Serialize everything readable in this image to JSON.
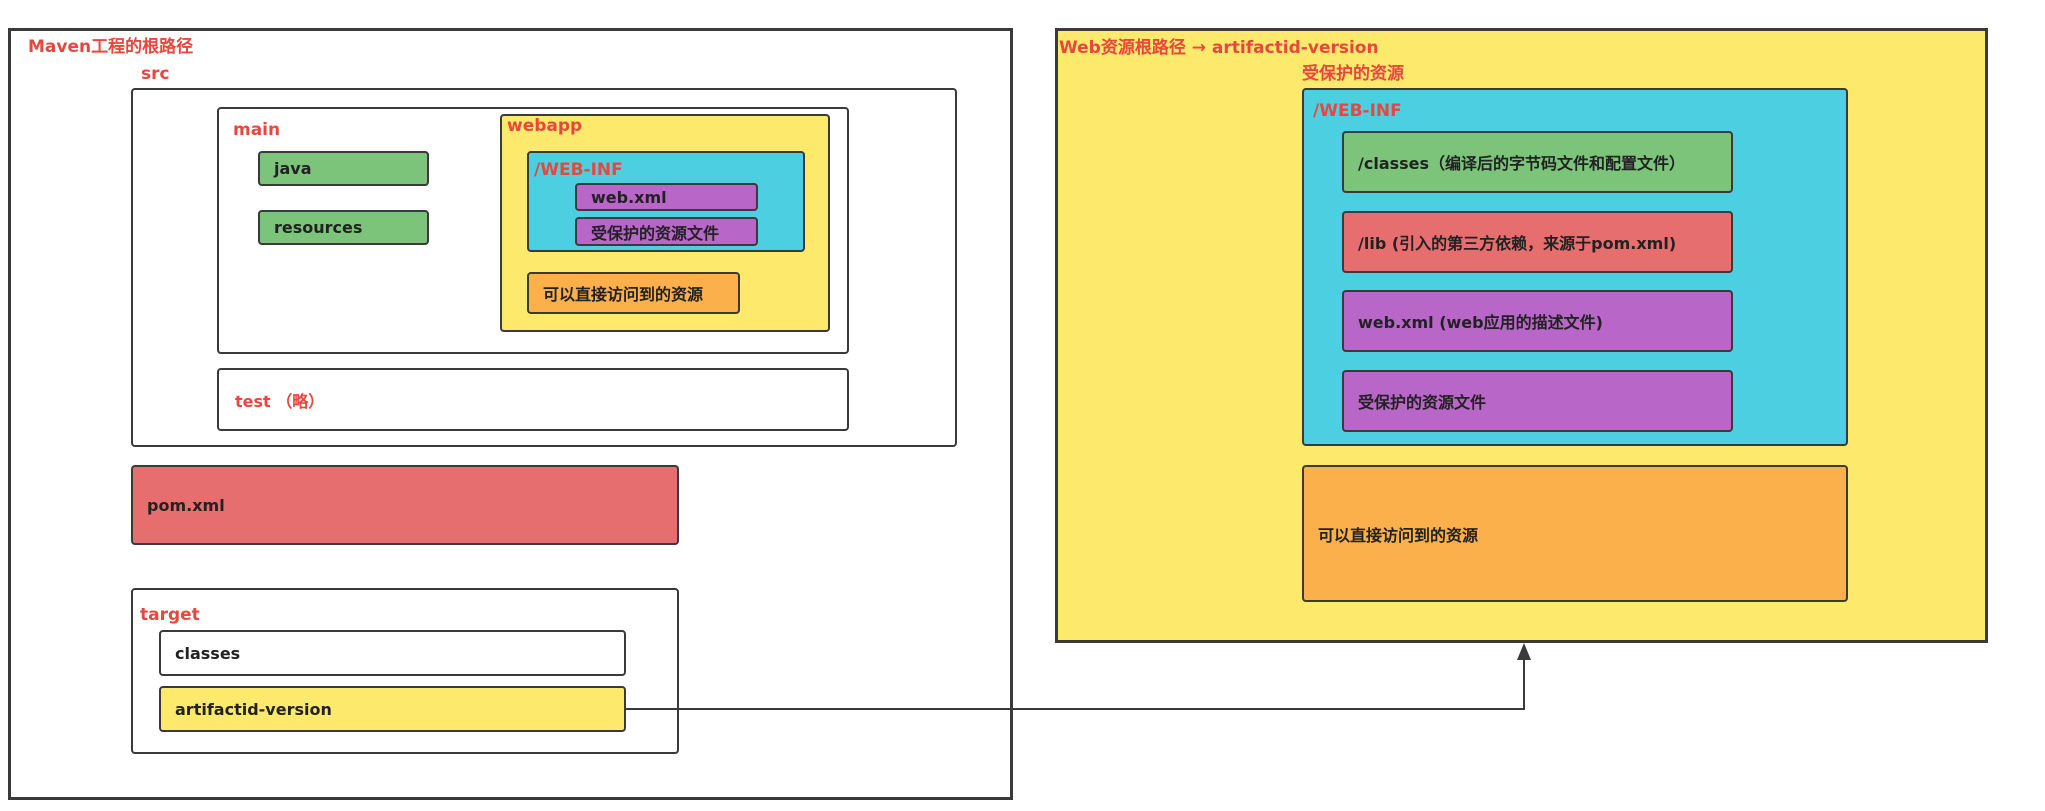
{
  "left": {
    "root_label": "Maven工程的根路径",
    "src_label": "src",
    "main_label": "main",
    "java": "java",
    "resources": "resources",
    "webapp_label": "webapp",
    "webinf_label": "/WEB-INF",
    "webxml": "web.xml",
    "protected_files": "受保护的资源文件",
    "direct_resources": "可以直接访问到的资源",
    "test": "test （略）",
    "pom": "pom.xml",
    "target_label": "target",
    "classes": "classes",
    "artifact": "artifactid-version"
  },
  "right": {
    "root_label": "Web资源根路径 → artifactid-version",
    "protected_label": "受保护的资源",
    "webinf_label": "/WEB-INF",
    "classes": "/classes（编译后的字节码文件和配置文件）",
    "lib": "/lib (引入的第三方依赖，来源于pom.xml)",
    "webxml": "web.xml (web应用的描述文件)",
    "protected_files": "受保护的资源文件",
    "direct_resources": "可以直接访问到的资源"
  },
  "colors": {
    "green": "#7cc47a",
    "purple": "#b866c8",
    "orange": "#fbb04b",
    "red": "#e66e6e",
    "yellow": "#fde96b",
    "cyan": "#4ccfe1",
    "label_red": "#e8473f"
  }
}
